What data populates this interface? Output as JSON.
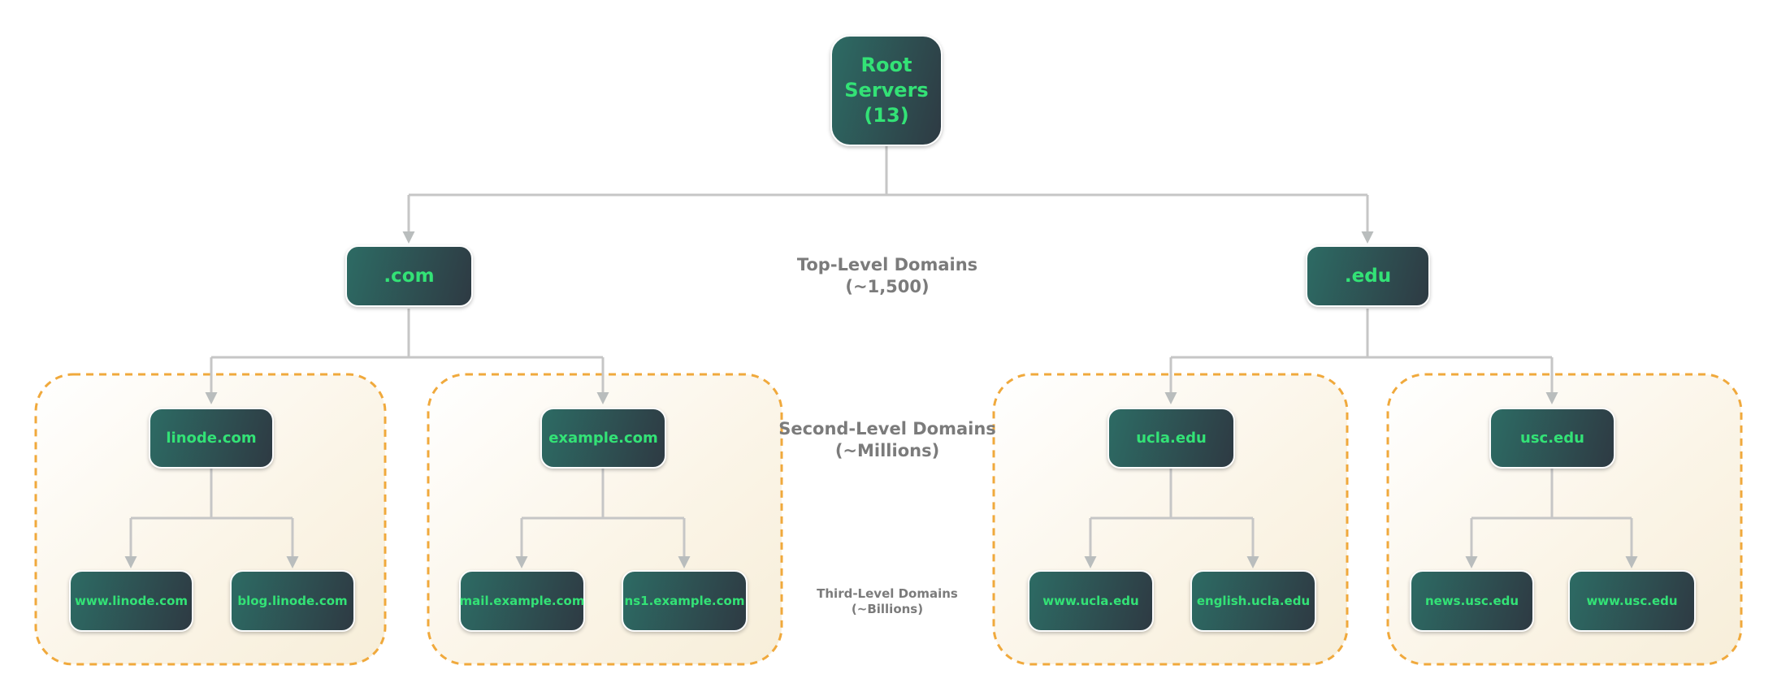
{
  "root": {
    "label": "Root Servers (13)"
  },
  "tlds": [
    {
      "label": ".com"
    },
    {
      "label": ".edu"
    }
  ],
  "levels": [
    {
      "title": "Top-Level Domains",
      "count": "(~1,500)"
    },
    {
      "title": "Second-Level Domains",
      "count": "(~Millions)"
    },
    {
      "title": "Third-Level Domains",
      "count": "(~Billions)"
    }
  ],
  "clusters": [
    {
      "parent": "linode.com",
      "children": [
        "www.linode.com",
        "blog.linode.com"
      ]
    },
    {
      "parent": "example.com",
      "children": [
        "mail.example.com",
        "ns1.example.com"
      ]
    },
    {
      "parent": "ucla.edu",
      "children": [
        "www.ucla.edu",
        "english.ucla.edu"
      ]
    },
    {
      "parent": "usc.edu",
      "children": [
        "news.usc.edu",
        "www.usc.edu"
      ]
    }
  ],
  "colors": {
    "node_gradient_start": "#2d6b64",
    "node_gradient_end": "#2e3a43",
    "node_text": "#33e276",
    "cluster_border": "#f0a93c",
    "cluster_fill_start": "#ffffff",
    "cluster_fill_end": "#f7eed9",
    "connector": "#c6c6c6",
    "arrowhead": "#b9bdbd",
    "level_label": "#7b7b7b",
    "background": "#ffffff"
  }
}
